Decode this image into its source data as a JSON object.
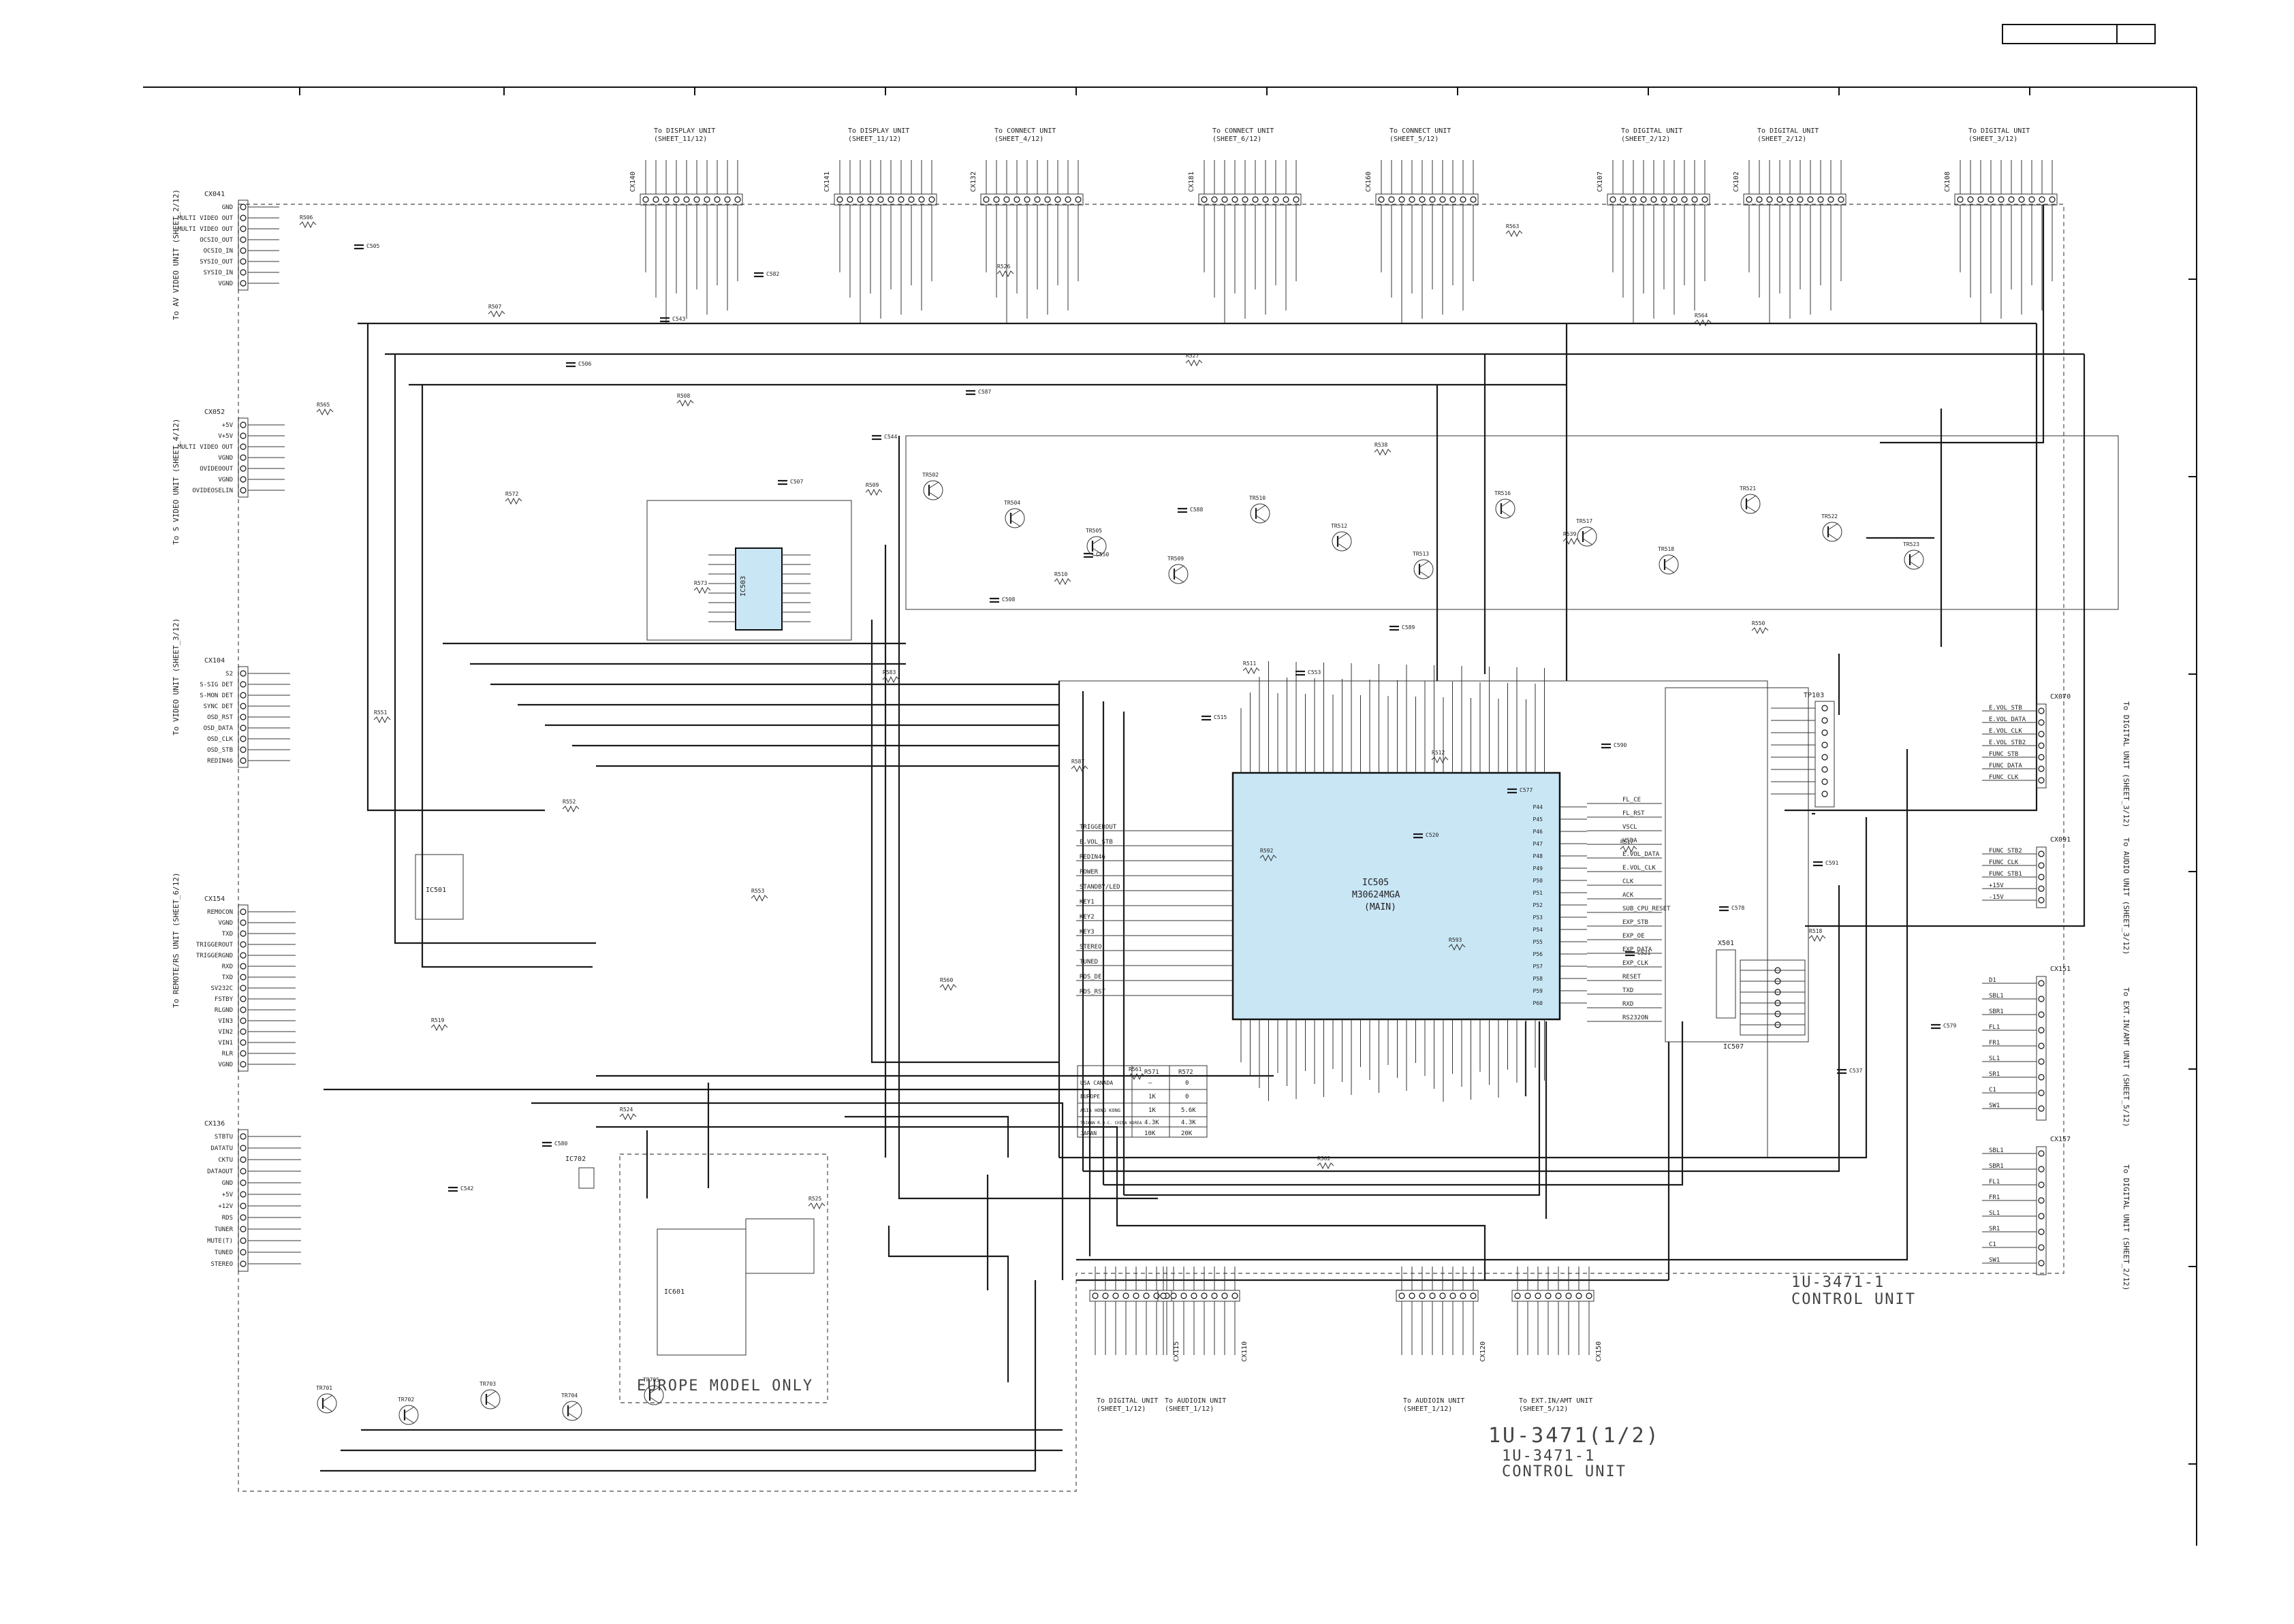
{
  "sheet": {
    "board_label_main": "1U-3471(1/2)",
    "board_label_sub_1": "1U-3471-1",
    "board_label_sub_2": "CONTROL UNIT",
    "board_label_right_1": "1U-3471-1",
    "board_label_right_2": "CONTROL UNIT",
    "europe_only": "EUROPE MODEL ONLY"
  },
  "main_ic": {
    "ref": "IC505",
    "part": "M30624MGA",
    "function": "(MAIN)"
  },
  "chips": [
    {
      "ref": "IC503",
      "label": "IC503"
    },
    {
      "ref": "IC501",
      "label": "IC501"
    },
    {
      "ref": "IC601",
      "label": "IC601"
    },
    {
      "ref": "IC702",
      "label": "IC702"
    },
    {
      "ref": "IC507",
      "label": "IC507"
    }
  ],
  "connectors_left": [
    {
      "ref": "CX041",
      "pins": [
        "GND",
        "MULTI VIDEO OUT",
        "MULTI VIDEO OUT",
        "OCSIO_OUT",
        "OCSIO_IN",
        "SYSIO_OUT",
        "SYSIO_IN",
        "VGND"
      ]
    },
    {
      "ref": "CX052",
      "pins": [
        "+5V",
        "V+5V",
        "MULTI VIDEO OUT",
        "VGND",
        "OVIDEOOUT",
        "VGND",
        "OVIDEOSELIN"
      ]
    },
    {
      "ref": "CX104",
      "pins": [
        "S2",
        "S-SIG DET",
        "S-MON DET",
        "SYNC DET",
        "OSD_RST",
        "OSD_DATA",
        "OSD_CLK",
        "OSD_STB",
        "REDIN46"
      ]
    },
    {
      "ref": "CX154",
      "pins": [
        "REMOCON",
        "VGND",
        "TXD",
        "TRIGGEROUT",
        "TRIGGERGND",
        "RXD",
        "TXD",
        "SV232C",
        "FSTBY",
        "RLGND",
        "VIN3",
        "VIN2",
        "VIN1",
        "RLR",
        "VGND"
      ]
    },
    {
      "ref": "CX136",
      "pins": [
        "STBTU",
        "DATATU",
        "CKTU",
        "DATAOUT",
        "GND",
        "+5V",
        "+12V",
        "RDS",
        "TUNER",
        "MUTE(T)",
        "TUNED",
        "STEREO"
      ]
    }
  ],
  "connectors_right": [
    {
      "ref": "CX070",
      "pins": [
        "E.VOL_STB",
        "E.VOL_DATA",
        "E.VOL_CLK",
        "E.VOL_STB2",
        "FUNC_STB",
        "FUNC_DATA",
        "FUNC_CLK"
      ]
    },
    {
      "ref": "CX091",
      "pins": [
        "FUNC_STB2",
        "FUNC_CLK",
        "FUNC_STB1",
        "+15V",
        "-15V"
      ]
    },
    {
      "ref": "CX151",
      "pins": [
        "D1",
        "SBL1",
        "SBR1",
        "FL1",
        "FR1",
        "SL1",
        "SR1",
        "C1",
        "SW1"
      ]
    },
    {
      "ref": "CX157",
      "pins": [
        "SBL1",
        "SBR1",
        "FL1",
        "FR1",
        "SL1",
        "SR1",
        "C1",
        "SW1"
      ]
    }
  ],
  "connectors_top": [
    {
      "ref": "CX140",
      "dest": "To DISPLAY UNIT",
      "sheet": "(SHEET_11/12)"
    },
    {
      "ref": "CX141",
      "dest": "To DISPLAY UNIT",
      "sheet": "(SHEET_11/12)"
    },
    {
      "ref": "CX132",
      "dest": "To CONNECT UNIT",
      "sheet": "(SHEET_4/12)"
    },
    {
      "ref": "CX181",
      "dest": "To CONNECT UNIT",
      "sheet": "(SHEET_6/12)"
    },
    {
      "ref": "CX160",
      "dest": "To CONNECT UNIT",
      "sheet": "(SHEET_5/12)"
    },
    {
      "ref": "CX107",
      "dest": "To DIGITAL UNIT",
      "sheet": "(SHEET_2/12)"
    },
    {
      "ref": "CX102",
      "dest": "To DIGITAL UNIT",
      "sheet": "(SHEET_2/12)"
    },
    {
      "ref": "CX108",
      "dest": "To DIGITAL UNIT",
      "sheet": "(SHEET_3/12)"
    }
  ],
  "connectors_bottom": [
    {
      "ref": "CX115",
      "dest": "To DIGITAL UNIT",
      "sheet": "(SHEET_1/12)"
    },
    {
      "ref": "CX110",
      "dest": "To AUDIOIN UNIT",
      "sheet": "(SHEET_1/12)"
    },
    {
      "ref": "CX120",
      "dest": "To AUDIOIN UNIT",
      "sheet": "(SHEET_1/12)"
    },
    {
      "ref": "CX150",
      "dest": "To EXT.IN/AMT UNIT",
      "sheet": "(SHEET_5/12)"
    }
  ],
  "left_edge_labels": [
    "To AV VIDEO UNIT (SHEET_2/12)",
    "To S VIDEO UNIT (SHEET_4/12)",
    "To VIDEO UNIT (SHEET_3/12)",
    "To REMOTE/RS UNIT (SHEET_6/12)"
  ],
  "right_edge_labels": [
    "To DIGITAL UNIT (SHEET_3/12)",
    "To AUDIO UNIT (SHEET_3/12)",
    "To EXT.IN/AMT UNIT (SHEET_5/12)",
    "To DIGITAL UNIT (SHEET_2/12)"
  ],
  "ic505_left_pins": [
    "TRIGGEROUT",
    "E.VOL_STB",
    "REDIN46",
    "POWER",
    "STANDBY/LED",
    "KEY1",
    "KEY2",
    "KEY3",
    "STEREO",
    "TUNED",
    "RDS_DE",
    "RDS_RST"
  ],
  "ic505_right_pins": [
    "P44",
    "P45",
    "P46",
    "P47",
    "P48",
    "P49",
    "P50",
    "P51",
    "P52",
    "P53",
    "P54",
    "P55",
    "P56",
    "P57",
    "P58",
    "P59",
    "P60"
  ],
  "bus_signals": [
    "FL_CE",
    "FL_RST",
    "VSCL",
    "VSDA",
    "E.VOL_DATA",
    "E.VOL_CLK",
    "CLK",
    "ACK",
    "SUB_CPU_RESET",
    "EXP_STB",
    "EXP_OE",
    "EXP_DATA",
    "EXP_CLK",
    "RESET",
    "TXD",
    "RXD",
    "RS232ON"
  ],
  "resistor_refs": [
    "R506",
    "R507",
    "R508",
    "R509",
    "R510",
    "R511",
    "R512",
    "R517",
    "R518",
    "R519",
    "R524",
    "R525",
    "R526",
    "R527",
    "R538",
    "R539",
    "R550",
    "R551",
    "R552",
    "R553",
    "R560",
    "R561",
    "R562",
    "R563",
    "R564",
    "R565",
    "R572",
    "R573",
    "R583",
    "R587",
    "R592",
    "R593"
  ],
  "capacitor_refs": [
    "C505",
    "C506",
    "C507",
    "C508",
    "C515",
    "C520",
    "C521",
    "C537",
    "C542",
    "C543",
    "C544",
    "C550",
    "C553",
    "C577",
    "C578",
    "C579",
    "C580",
    "C582",
    "C587",
    "C588",
    "C589",
    "C590",
    "C591"
  ],
  "transistor_refs": [
    "TR502",
    "TR504",
    "TR505",
    "TR509",
    "TR510",
    "TR512",
    "TR513",
    "TR516",
    "TR517",
    "TR518",
    "TR521",
    "TR522",
    "TR523",
    "TR701",
    "TR702",
    "TR703",
    "TR704",
    "TR705"
  ],
  "table": {
    "headers": [
      "",
      "R571",
      "R572"
    ],
    "rows": [
      [
        "USA CANADA",
        "—",
        "0"
      ],
      [
        "EUROPE",
        "1K",
        "0"
      ],
      [
        "ASIA HONG KONG",
        "1K",
        "5.6K"
      ],
      [
        "TAIWAN R.O.C. CHINA KOREA",
        "4.3K",
        "4.3K"
      ],
      [
        "JAPAN",
        "10K",
        "20K"
      ]
    ]
  },
  "tp_ref": "TP103",
  "xtal_ref": "X501"
}
